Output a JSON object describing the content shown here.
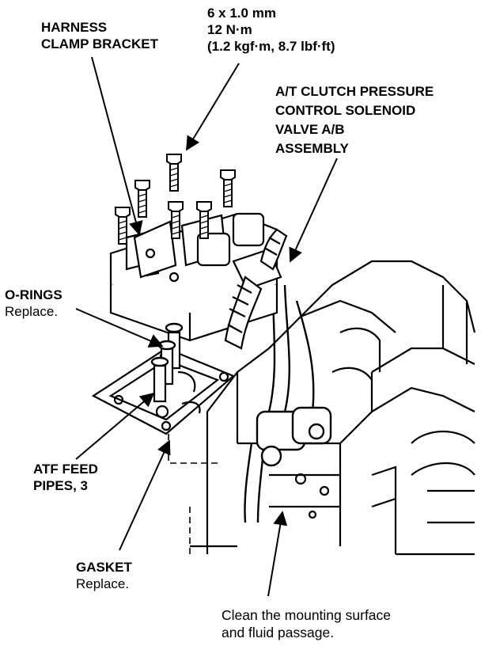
{
  "labels": {
    "harness_clamp_bracket": [
      "HARNESS",
      "CLAMP BRACKET"
    ],
    "bolt_spec": [
      "6 x 1.0 mm",
      "12 N·m",
      "(1.2 kgf·m, 8.7 lbf·ft)"
    ],
    "solenoid_valve": [
      "A/T CLUTCH PRESSURE",
      "CONTROL SOLENOID",
      "VALVE A/B",
      "ASSEMBLY"
    ],
    "o_rings": {
      "name": "O-RINGS",
      "note": "Replace."
    },
    "atf_feed_pipes": [
      "ATF FEED",
      "PIPES, 3"
    ],
    "gasket": {
      "name": "GASKET",
      "note": "Replace."
    },
    "clean_note": [
      "Clean the mounting surface",
      "and fluid passage."
    ]
  }
}
